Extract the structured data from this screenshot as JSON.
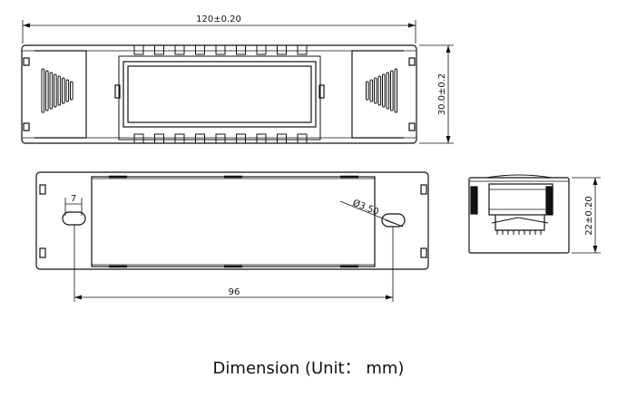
{
  "drawing": {
    "top_view": {
      "width_dim": "120±0.20",
      "height_dim": "30.0±0.2"
    },
    "bottom_view": {
      "slot_dim": "7",
      "hole_dim": "Ø3.50",
      "pitch_dim": "96"
    },
    "side_view": {
      "height_dim": "22±0.20"
    }
  },
  "caption": "Dimension (Unit： mm)"
}
